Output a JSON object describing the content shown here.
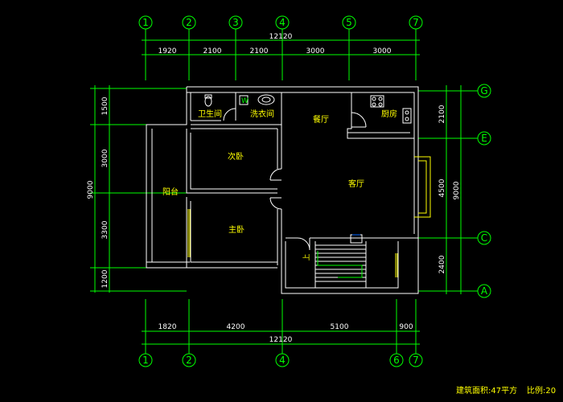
{
  "grid_top": [
    "1",
    "2",
    "3",
    "4",
    "5",
    "7"
  ],
  "grid_bottom": [
    "1",
    "2",
    "4",
    "6",
    "7"
  ],
  "grid_right": [
    "G",
    "E",
    "C",
    "A"
  ],
  "dims_top_total": "12120",
  "dims_top_segments": [
    "1920",
    "2100",
    "2100",
    "3000",
    "3000"
  ],
  "dims_bottom_total": "12120",
  "dims_bottom_segments": [
    "1820",
    "4200",
    "5100",
    "900"
  ],
  "dims_left_total": "9000",
  "dims_left_segments": [
    "1500",
    "3000",
    "3300",
    "1200"
  ],
  "dims_right_total": "9000",
  "dims_right_segments": [
    "2100",
    "4500",
    "2400"
  ],
  "rooms": {
    "bathroom": "卫生间",
    "laundry": "洗衣间",
    "dining": "餐厅",
    "kitchen": "厨房",
    "second_bedroom": "次卧",
    "balcony": "阳台",
    "living_room": "客厅",
    "master_bedroom": "主卧"
  },
  "stair_mark": "上",
  "footer": {
    "area": "建筑面积:47平方",
    "scale": "比例:20"
  },
  "colors": {
    "background": "#000000",
    "walls": "#ffffff",
    "dimension": "#00ff00",
    "labels": "#ffff00",
    "window": "#ffff00"
  }
}
